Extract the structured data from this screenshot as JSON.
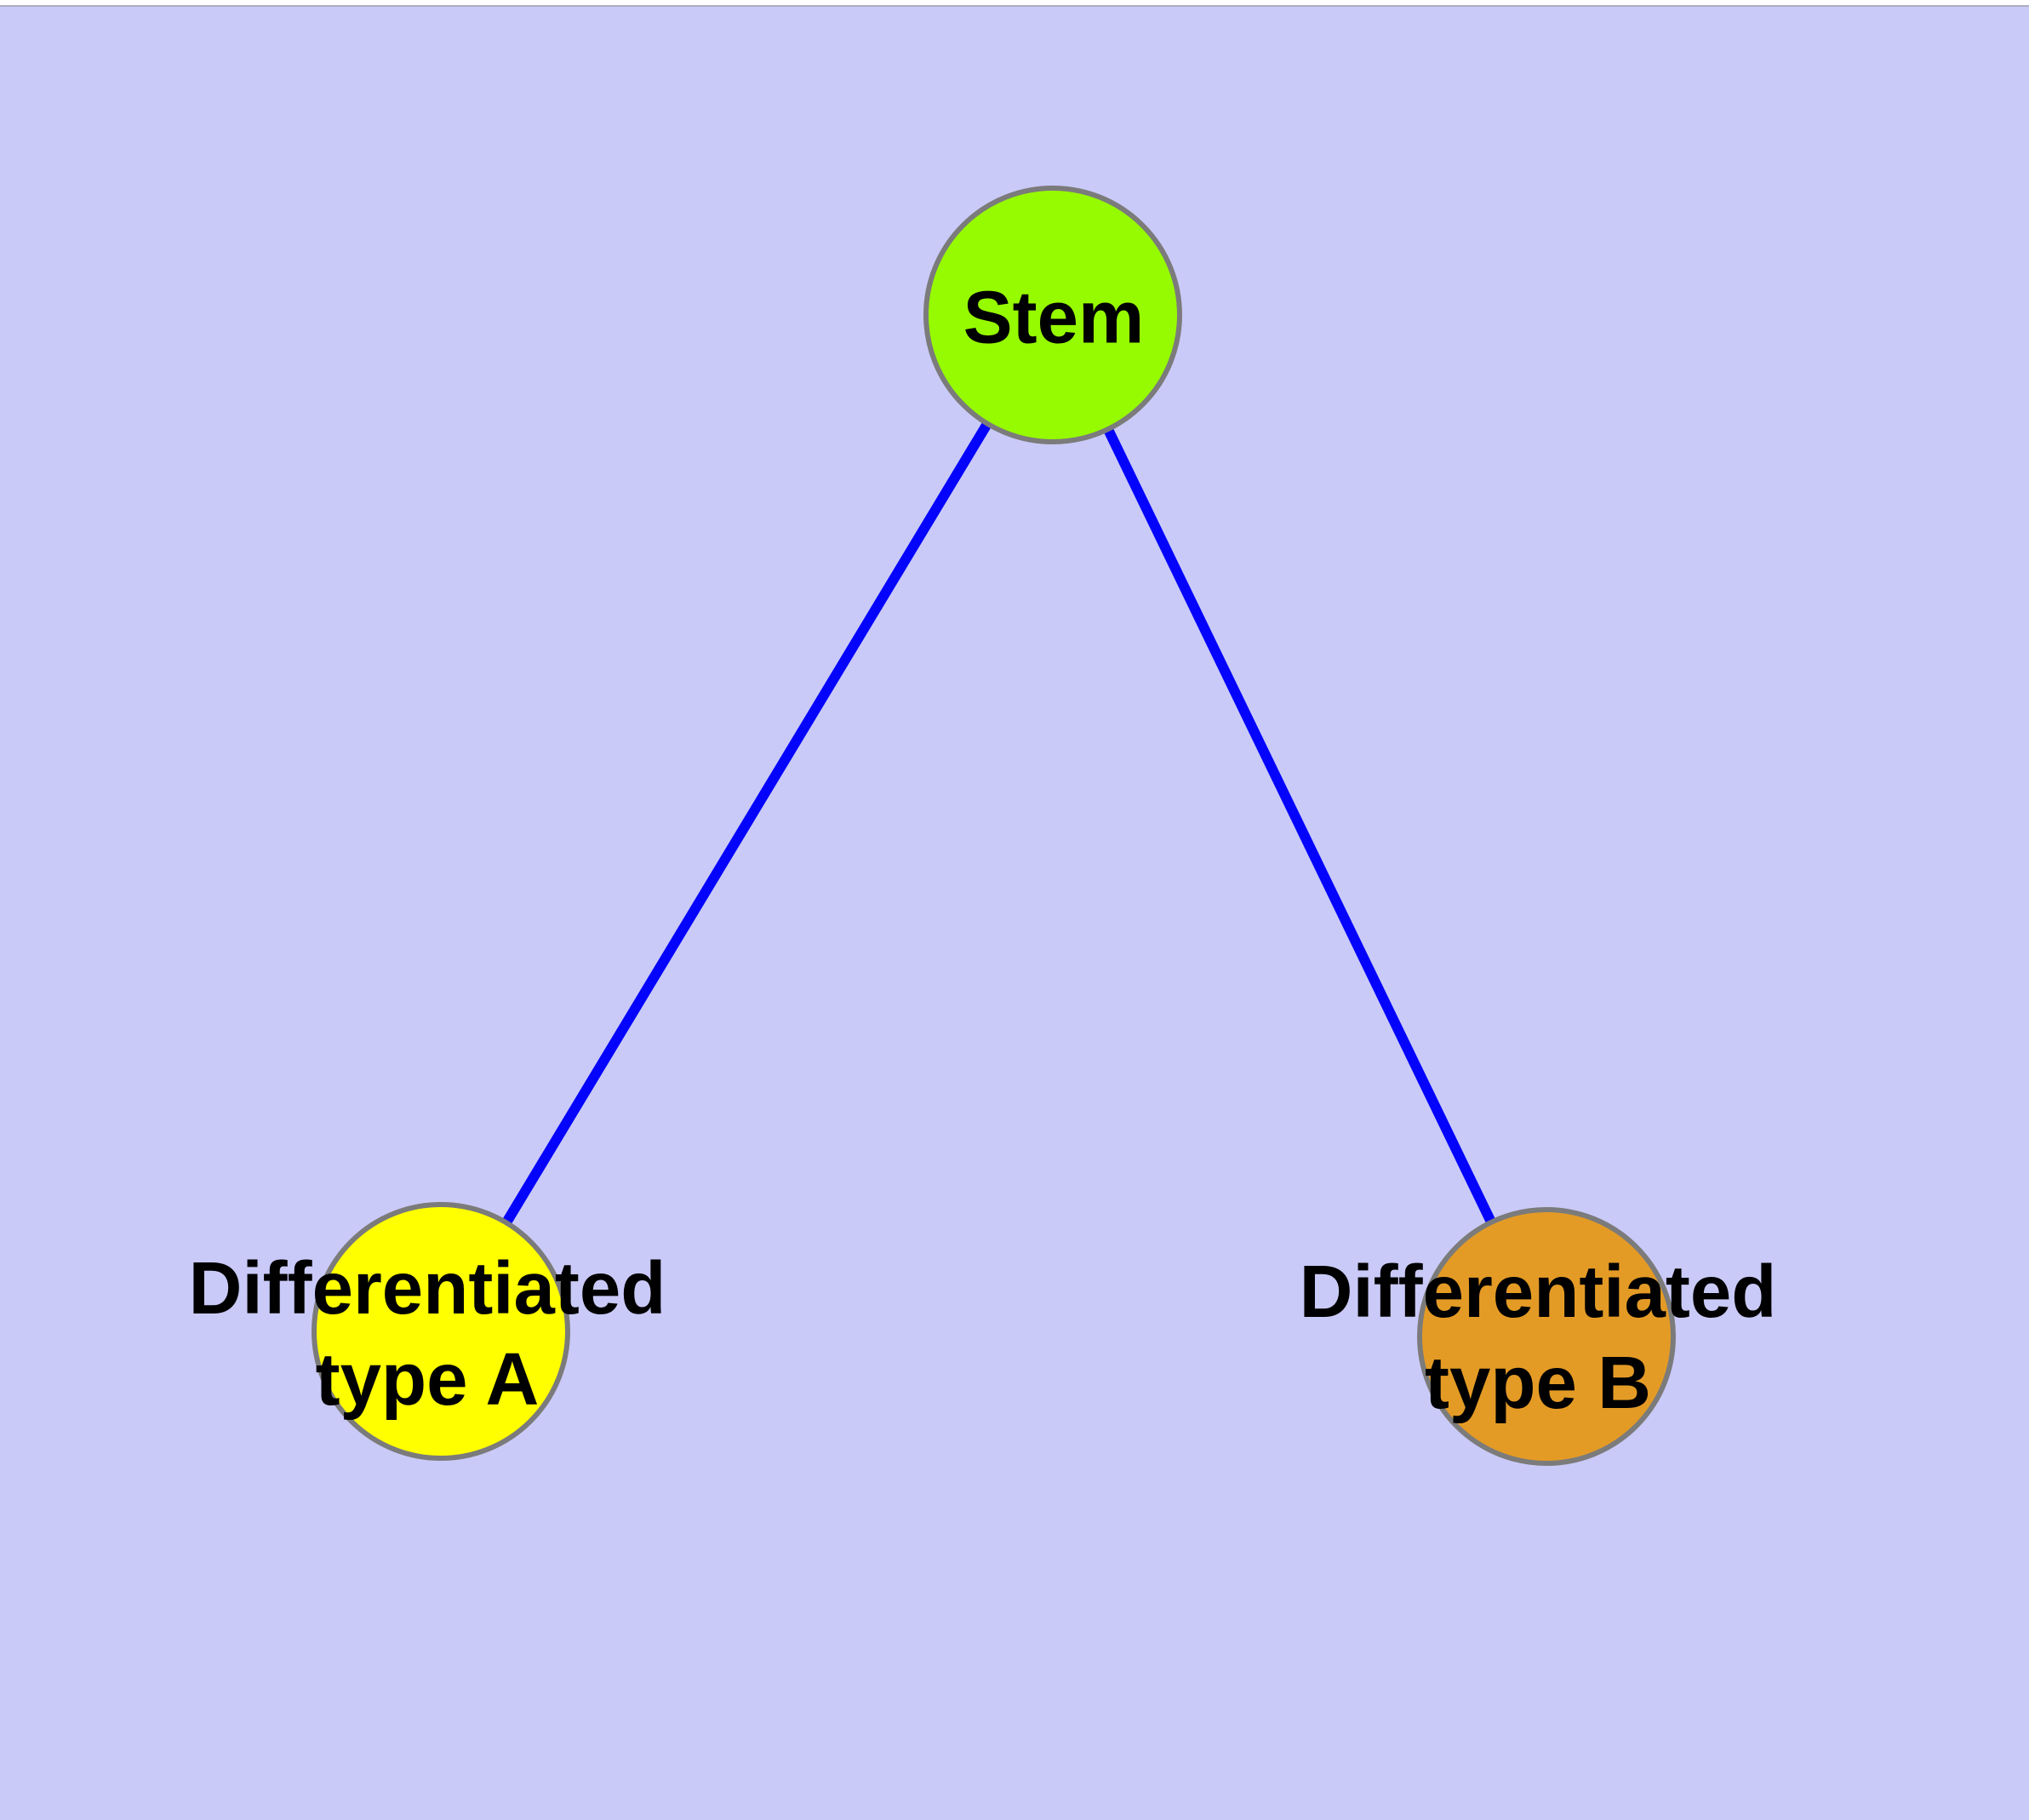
{
  "diagram": {
    "background_color": "#CACAF8",
    "top_strip_color": "#FFFFFF",
    "top_strip_border_color": "#ADADC2",
    "edge_color": "#0404FC",
    "node_border_color": "#7B7B7B",
    "label_color": "#000000",
    "nodes": [
      {
        "id": "stem",
        "label": "Stem",
        "fill": "#96FB00"
      },
      {
        "id": "differentiated-type-a",
        "label": "Differentiated type A",
        "label_line1": "Differentiated",
        "label_line2": "type A",
        "fill": "#FFFF00"
      },
      {
        "id": "differentiated-type-b",
        "label": "Differentiated type B",
        "label_line1": "Differentiated",
        "label_line2": "type B",
        "fill": "#E49B25"
      }
    ],
    "edges": [
      {
        "from": "Stem",
        "to": "Differentiated type A"
      },
      {
        "from": "Stem",
        "to": "Differentiated type B"
      }
    ]
  }
}
